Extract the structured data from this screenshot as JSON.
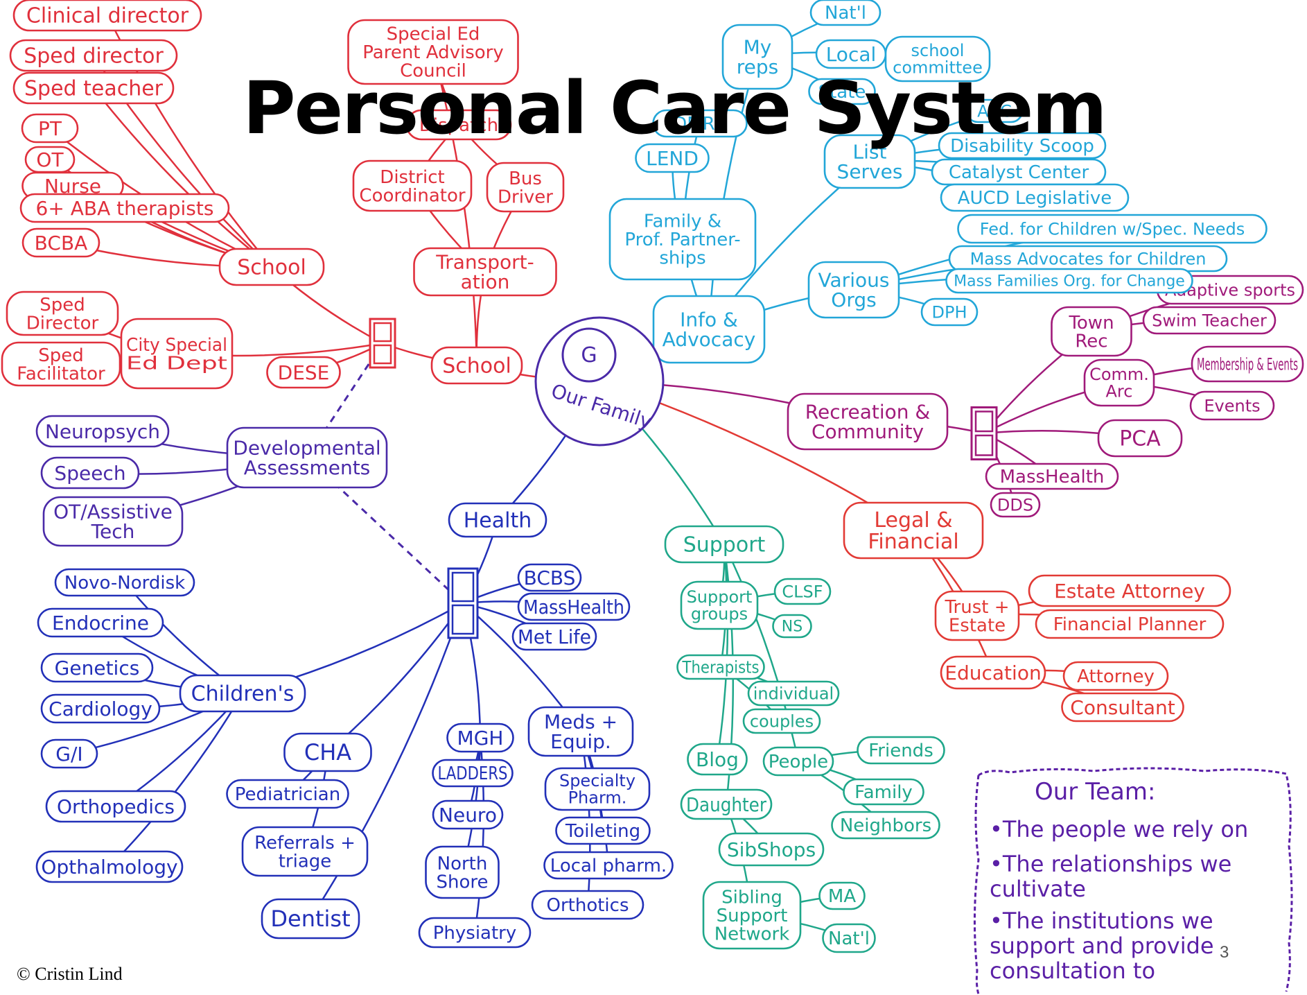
{
  "title": "Personal Care System",
  "copyright": "© Cristin Lind",
  "page_number": "3",
  "colors": {
    "school": "#e0303c",
    "advocacy": "#22a6d8",
    "recreation": "#a01a7a",
    "legal": "#e23a35",
    "support": "#1fa78a",
    "health": "#2230b8",
    "developmental": "#4a2aa8",
    "team": "#5a1fa6"
  },
  "center": {
    "label": "G",
    "sub": "Our Family"
  },
  "nodes": {
    "school_hub": "School",
    "school_main": "School",
    "clinical_director": "Clinical director",
    "sped_director": "Sped director",
    "sped_teacher": "Sped teacher",
    "pt": "PT",
    "ot": "OT",
    "nurse": "Nurse",
    "aba": "6+ ABA therapists",
    "bcba": "BCBA",
    "special_ed_council": "Special Ed Parent Advisory Council",
    "dispatch": "Dispatch",
    "district_coordinator": "District Coordinator",
    "bus_driver": "Bus Driver",
    "transportation": "Transport- ation",
    "sped_director2": "Sped Director",
    "sped_facilitator": "Sped Facilitator",
    "city_sped": "City Special Ed Dept",
    "dese": "DESE",
    "developmental": "Developmental Assessments",
    "neuropsych": "Neuropsych",
    "speech": "Speech",
    "ot_assistive": "OT/Assistive Tech",
    "health": "Health",
    "bcbs": "BCBS",
    "masshealth_h": "MassHealth",
    "metlife": "Met Life",
    "childrens": "Children's",
    "novo": "Novo-Nordisk",
    "endocrine": "Endocrine",
    "genetics": "Genetics",
    "cardiology": "Cardiology",
    "gi": "G/I",
    "orthopedics": "Orthopedics",
    "opthalmology": "Opthalmology",
    "cha": "CHA",
    "pediatrician": "Pediatrician",
    "referrals": "Referrals + triage",
    "dentist": "Dentist",
    "mgh": "MGH",
    "ladders": "LADDERS",
    "neuro": "Neuro",
    "north_shore": "North Shore",
    "physiatry": "Physiatry",
    "meds": "Meds + Equip.",
    "specialty_pharm": "Specialty Pharm.",
    "toileting": "Toileting",
    "local_pharm": "Local pharm.",
    "orthotics": "Orthotics",
    "support": "Support",
    "support_groups": "Support groups",
    "clsf": "CLSF",
    "ns": "NS",
    "therapists": "Therapists",
    "individual": "individual",
    "couples": "couples",
    "blog": "Blog",
    "people": "People",
    "friends": "Friends",
    "family": "Family",
    "neighbors": "Neighbors",
    "daughter": "Daughter",
    "sibshops": "SibShops",
    "sibling_network": "Sibling Support Network",
    "ma": "MA",
    "natl_s": "Nat'l",
    "legal": "Legal & Financial",
    "trust": "Trust + Estate",
    "estate_attorney": "Estate Attorney",
    "financial_planner": "Financial Planner",
    "education": "Education",
    "attorney": "Attorney",
    "consultant": "Consultant",
    "recreation": "Recreation & Community",
    "town_rec": "Town Rec",
    "adaptive_sports": "Adaptive sports",
    "swim_teacher": "Swim Teacher",
    "comm_arc": "Comm. Arc",
    "membership": "Membership & Events",
    "events": "Events",
    "pca": "PCA",
    "masshealth_r": "MassHealth",
    "dds": "DDS",
    "info_advocacy": "Info & Advocacy",
    "my_reps": "My reps",
    "natl_a": "Nat'l",
    "local": "Local",
    "state": "State",
    "school_committee": "school committee",
    "dmrk": "DMRK",
    "lend": "LEND",
    "family_prof": "Family & Prof. Partner- ships",
    "list_serves": "List Serves",
    "aac": "AAC",
    "disability_scoop": "Disability Scoop",
    "catalyst_center": "Catalyst Center",
    "aucd": "AUCD Legislative",
    "various_orgs": "Various Orgs",
    "fed_children": "Fed. for Children w/Spec. Needs",
    "mass_advocates": "Mass Advocates for Children",
    "mass_families": "Mass Families Org. for Change",
    "dph": "DPH"
  },
  "team": {
    "heading": "Our Team:",
    "items": [
      "•The people we rely on",
      "•The relationships we cultivate",
      "•The institutions we support and provide consultation to"
    ]
  }
}
